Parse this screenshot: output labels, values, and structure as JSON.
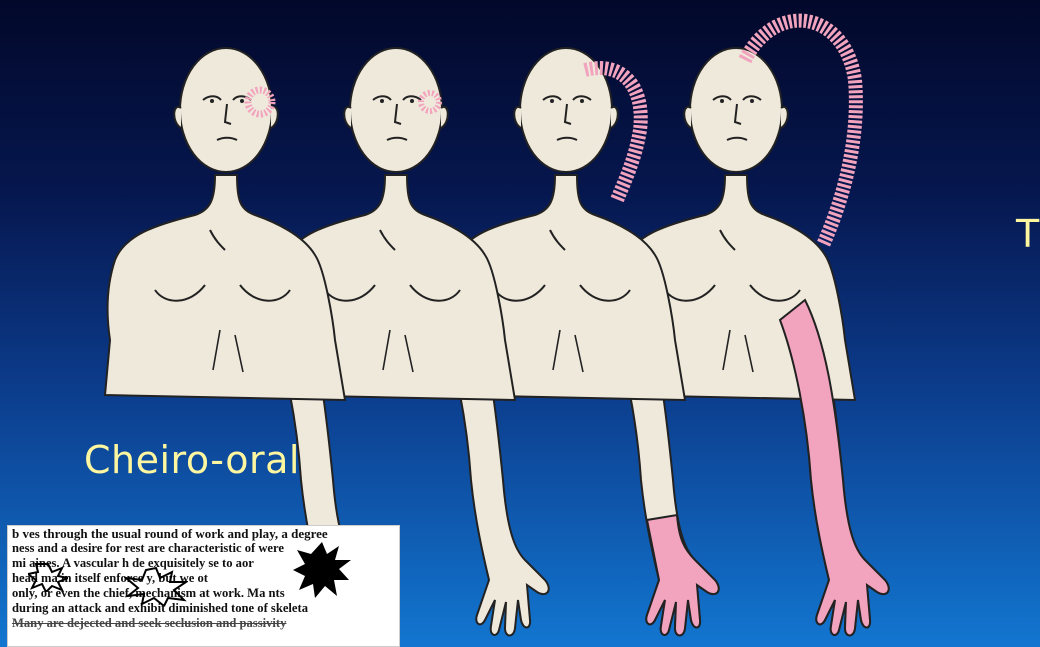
{
  "slide": {
    "main_label": "Cheiro-oral",
    "right_label_fragment": "T"
  },
  "text_excerpt": {
    "lines": [
      "b ves through the usual round of work and play, a degree",
      "ness and a desire for rest are characteristic of    were",
      "mi  aines. A vascular h  de    exquisitely se      to  aor",
      "head ma  in itself enforce         y, but we           ot",
      "only, or even the chief, mechanism at work. Ma       nts",
      "during an attack and exhibit diminished tone of skeleta",
      "Many are dejected and seek seclusion and passivity"
    ]
  },
  "figures": [
    {
      "name": "figure-1",
      "aura": "face-spot"
    },
    {
      "name": "figure-2",
      "aura": "face-spot"
    },
    {
      "name": "figure-3",
      "aura": "face-neck-hand"
    },
    {
      "name": "figure-4",
      "aura": "head-arc-arm"
    }
  ],
  "colors": {
    "skin": "#efe9dc",
    "aura": "#f2a3bd",
    "label": "#fff7a0",
    "background_top": "#02082a",
    "background_bottom": "#1276d0"
  }
}
